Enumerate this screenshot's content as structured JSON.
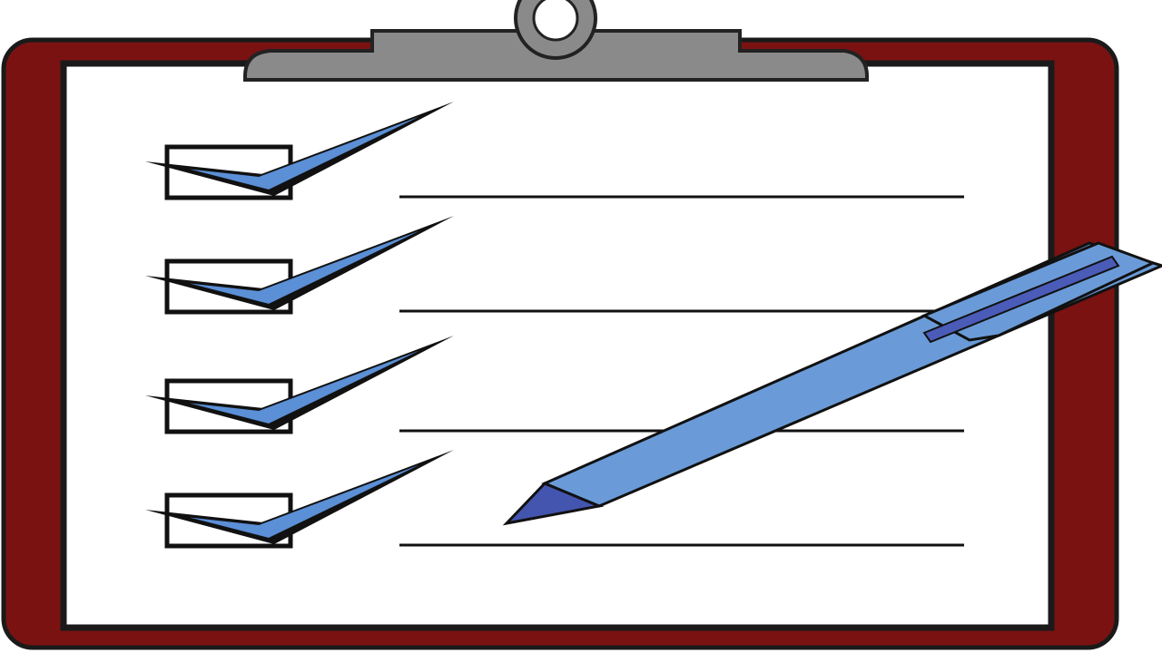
{
  "illustration": {
    "subject": "clipboard-checklist-with-pen",
    "checklist": {
      "total_items": 4,
      "checked_items": 4,
      "items": [
        {
          "checked": true
        },
        {
          "checked": true
        },
        {
          "checked": true
        },
        {
          "checked": true
        }
      ]
    }
  },
  "colors": {
    "board": "#7a1212",
    "board_outline": "#1a1a1a",
    "paper": "#ffffff",
    "clip": "#8a8a8a",
    "checkmark": "#5b8fd6",
    "pen_body": "#6a9bd8",
    "pen_tip": "#4455b0",
    "pen_clip": "#4a5cb8",
    "line": "#111111"
  },
  "icons": {
    "checkbox": "checkbox-icon",
    "checkmark": "checkmark-icon",
    "pen": "pen-icon",
    "clip": "clipboard-clip-icon"
  }
}
